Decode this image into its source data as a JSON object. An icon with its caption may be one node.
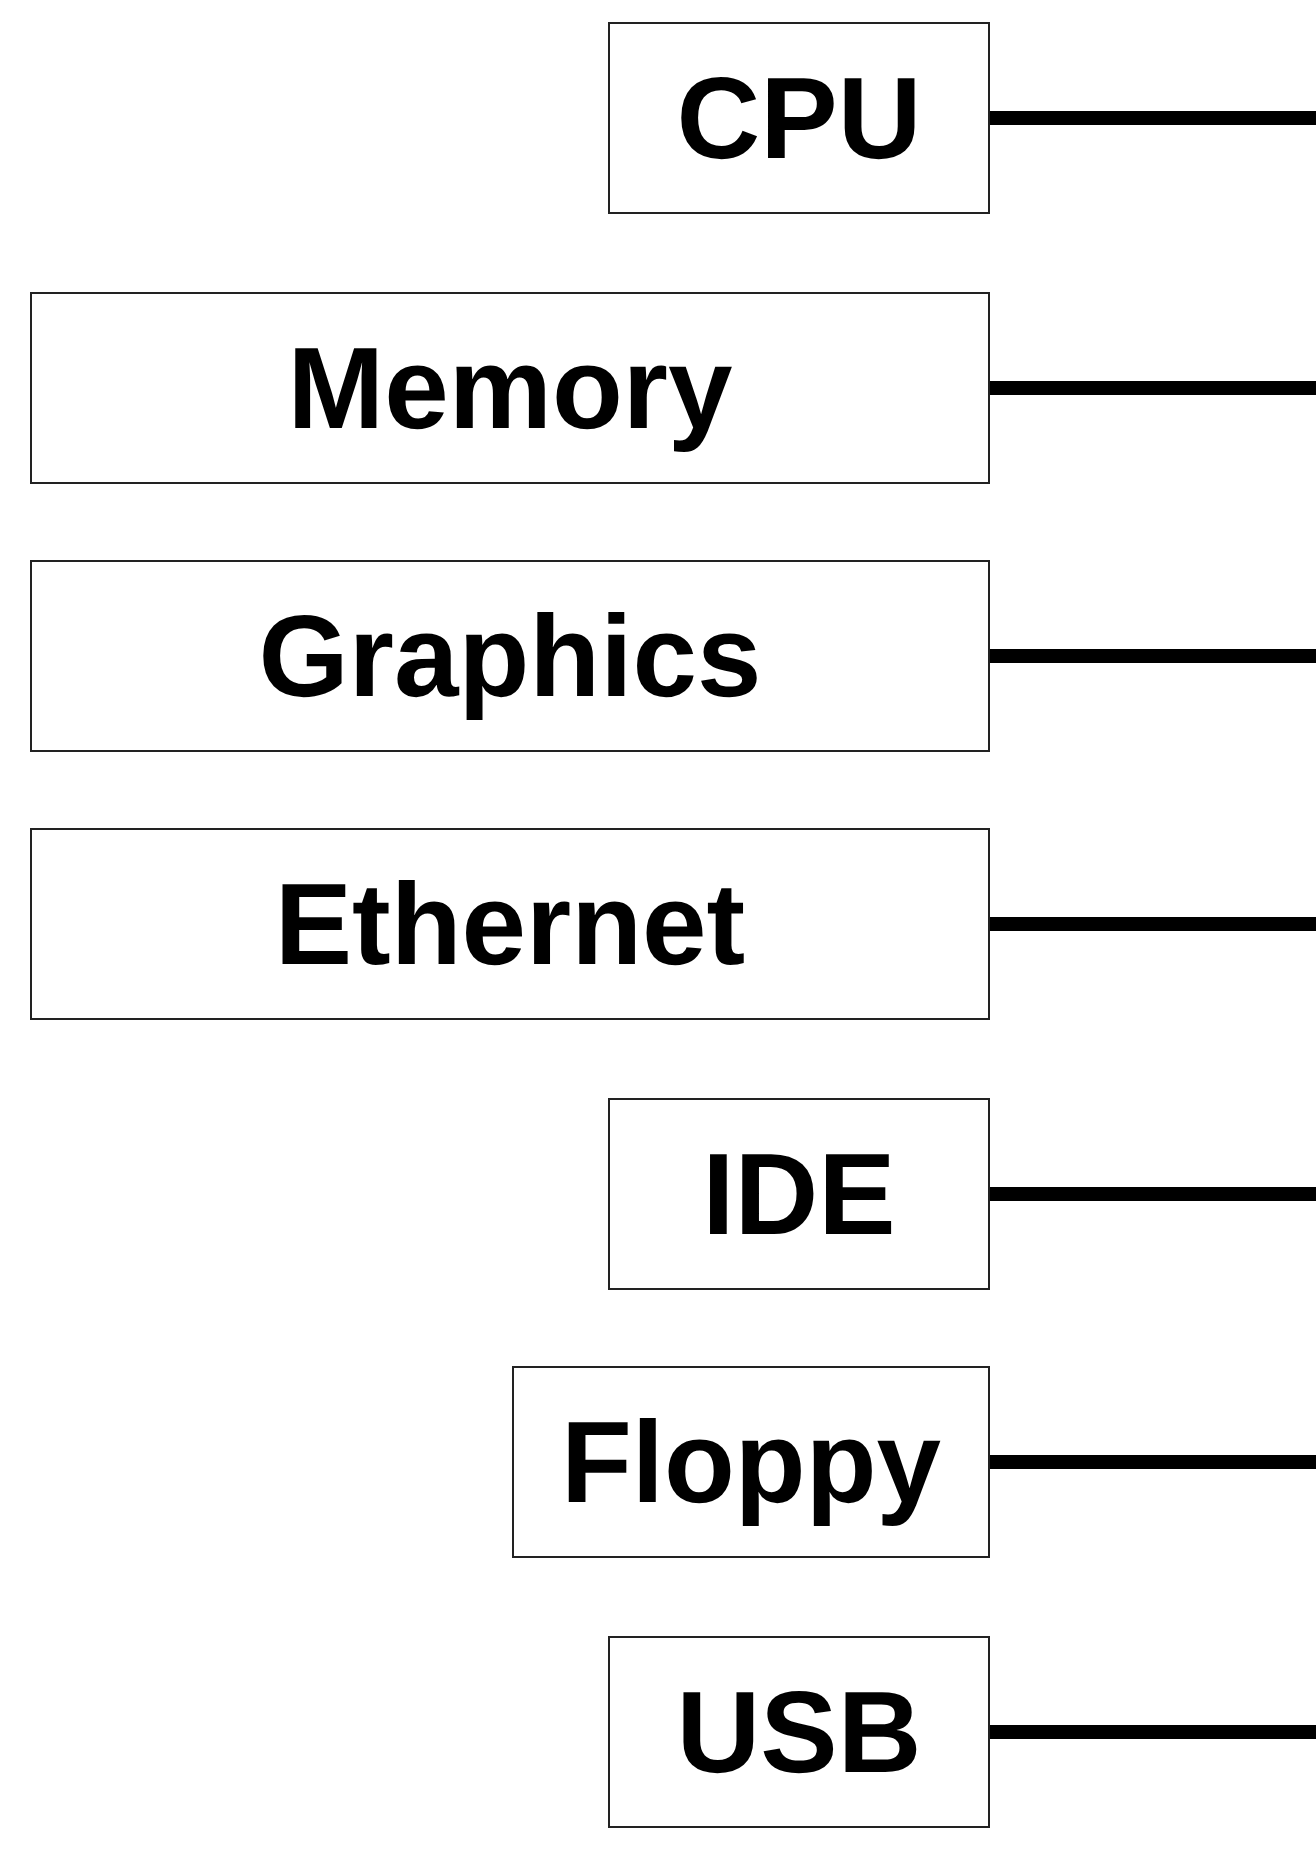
{
  "diagram": {
    "nodes": [
      {
        "text": [
          "CPU"
        ]
      },
      {
        "text": [
          "Memory"
        ]
      },
      {
        "text": [
          "Graphics"
        ]
      },
      {
        "text": [
          "Ethernet"
        ]
      },
      {
        "text": [
          "IDE"
        ]
      },
      {
        "text": [
          "Floppy"
        ]
      },
      {
        "text": [
          "USB"
        ]
      }
    ],
    "edges": [
      {
        "from": 0,
        "to": null,
        "arrow": "none"
      },
      {
        "from": 1,
        "to": null,
        "arrow": "none"
      },
      {
        "from": 2,
        "to": null,
        "arrow": "none"
      },
      {
        "from": 3,
        "to": null,
        "arrow": "none"
      },
      {
        "from": 4,
        "to": null,
        "arrow": "none"
      },
      {
        "from": 5,
        "to": null,
        "arrow": "none"
      },
      {
        "from": 6,
        "to": null,
        "arrow": "none"
      }
    ]
  }
}
